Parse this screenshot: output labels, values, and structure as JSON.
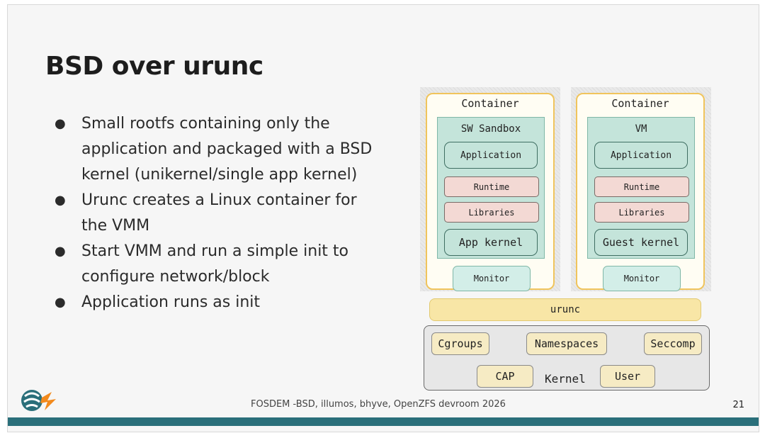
{
  "slide": {
    "title": "BSD over urunc",
    "bullet_glyph": "●",
    "bullets": [
      "Small rootfs containing only the application and packaged with a BSD kernel (unikernel/single app kernel)",
      "Urunc creates a Linux container for the VMM",
      "Start VMM and run a simple init to configure network/block",
      "Application runs as init"
    ],
    "footer": "FOSDEM -BSD, illumos, bhyve, OpenZFS devroom 2026",
    "page_number": "21",
    "logo_icon": "fosdem-bsd-logo-icon"
  },
  "diagram": {
    "left_container": {
      "label": "Container",
      "sandbox_label": "SW Sandbox",
      "application": "Application",
      "runtime": "Runtime",
      "libraries": "Libraries",
      "kernel": "App kernel",
      "monitor": "Monitor"
    },
    "right_container": {
      "label": "Container",
      "sandbox_label": "VM",
      "application": "Application",
      "runtime": "Runtime",
      "libraries": "Libraries",
      "kernel": "Guest kernel",
      "monitor": "Monitor"
    },
    "urunc": "urunc",
    "kernel": {
      "label": "Kernel",
      "cgroups": "Cgroups",
      "namespaces": "Namespaces",
      "seccomp": "Seccomp",
      "cap": "CAP",
      "user": "User"
    },
    "colors": {
      "container_border": "#f0c45c",
      "sandbox_fill": "#c4e4da",
      "runtime_fill": "#f3d9d4",
      "urunc_fill": "#f8e6a6",
      "kernel_fill": "#e7e7e7",
      "footer_bar": "#2a6f7a"
    }
  }
}
